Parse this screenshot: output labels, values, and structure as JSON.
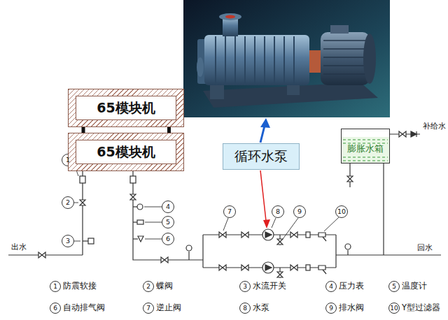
{
  "diagram": {
    "nodes": [
      {
        "text": [
          "65模块机"
        ]
      },
      {
        "text": [
          "65模块机"
        ]
      },
      {
        "text": [
          "循环水泵"
        ]
      },
      {
        "text": [
          "膨胀水箱"
        ]
      }
    ],
    "edges": [
      {
        "from": 0,
        "to": 1,
        "arrow": "none"
      }
    ],
    "labels": [
      "1",
      "2",
      "3",
      "4",
      "5",
      "6",
      "7",
      "8",
      "9",
      "10",
      "出水",
      "回水",
      "补给水",
      "1",
      "防震软接",
      "2",
      "蝶阀",
      "3",
      "水流开关",
      "4",
      "压力表",
      "5",
      "温度计",
      "6",
      "自动排气阀",
      "7",
      "逆止阀",
      "8",
      "水泵",
      "9",
      "排水阀",
      "10",
      "Y型过滤器"
    ]
  }
}
